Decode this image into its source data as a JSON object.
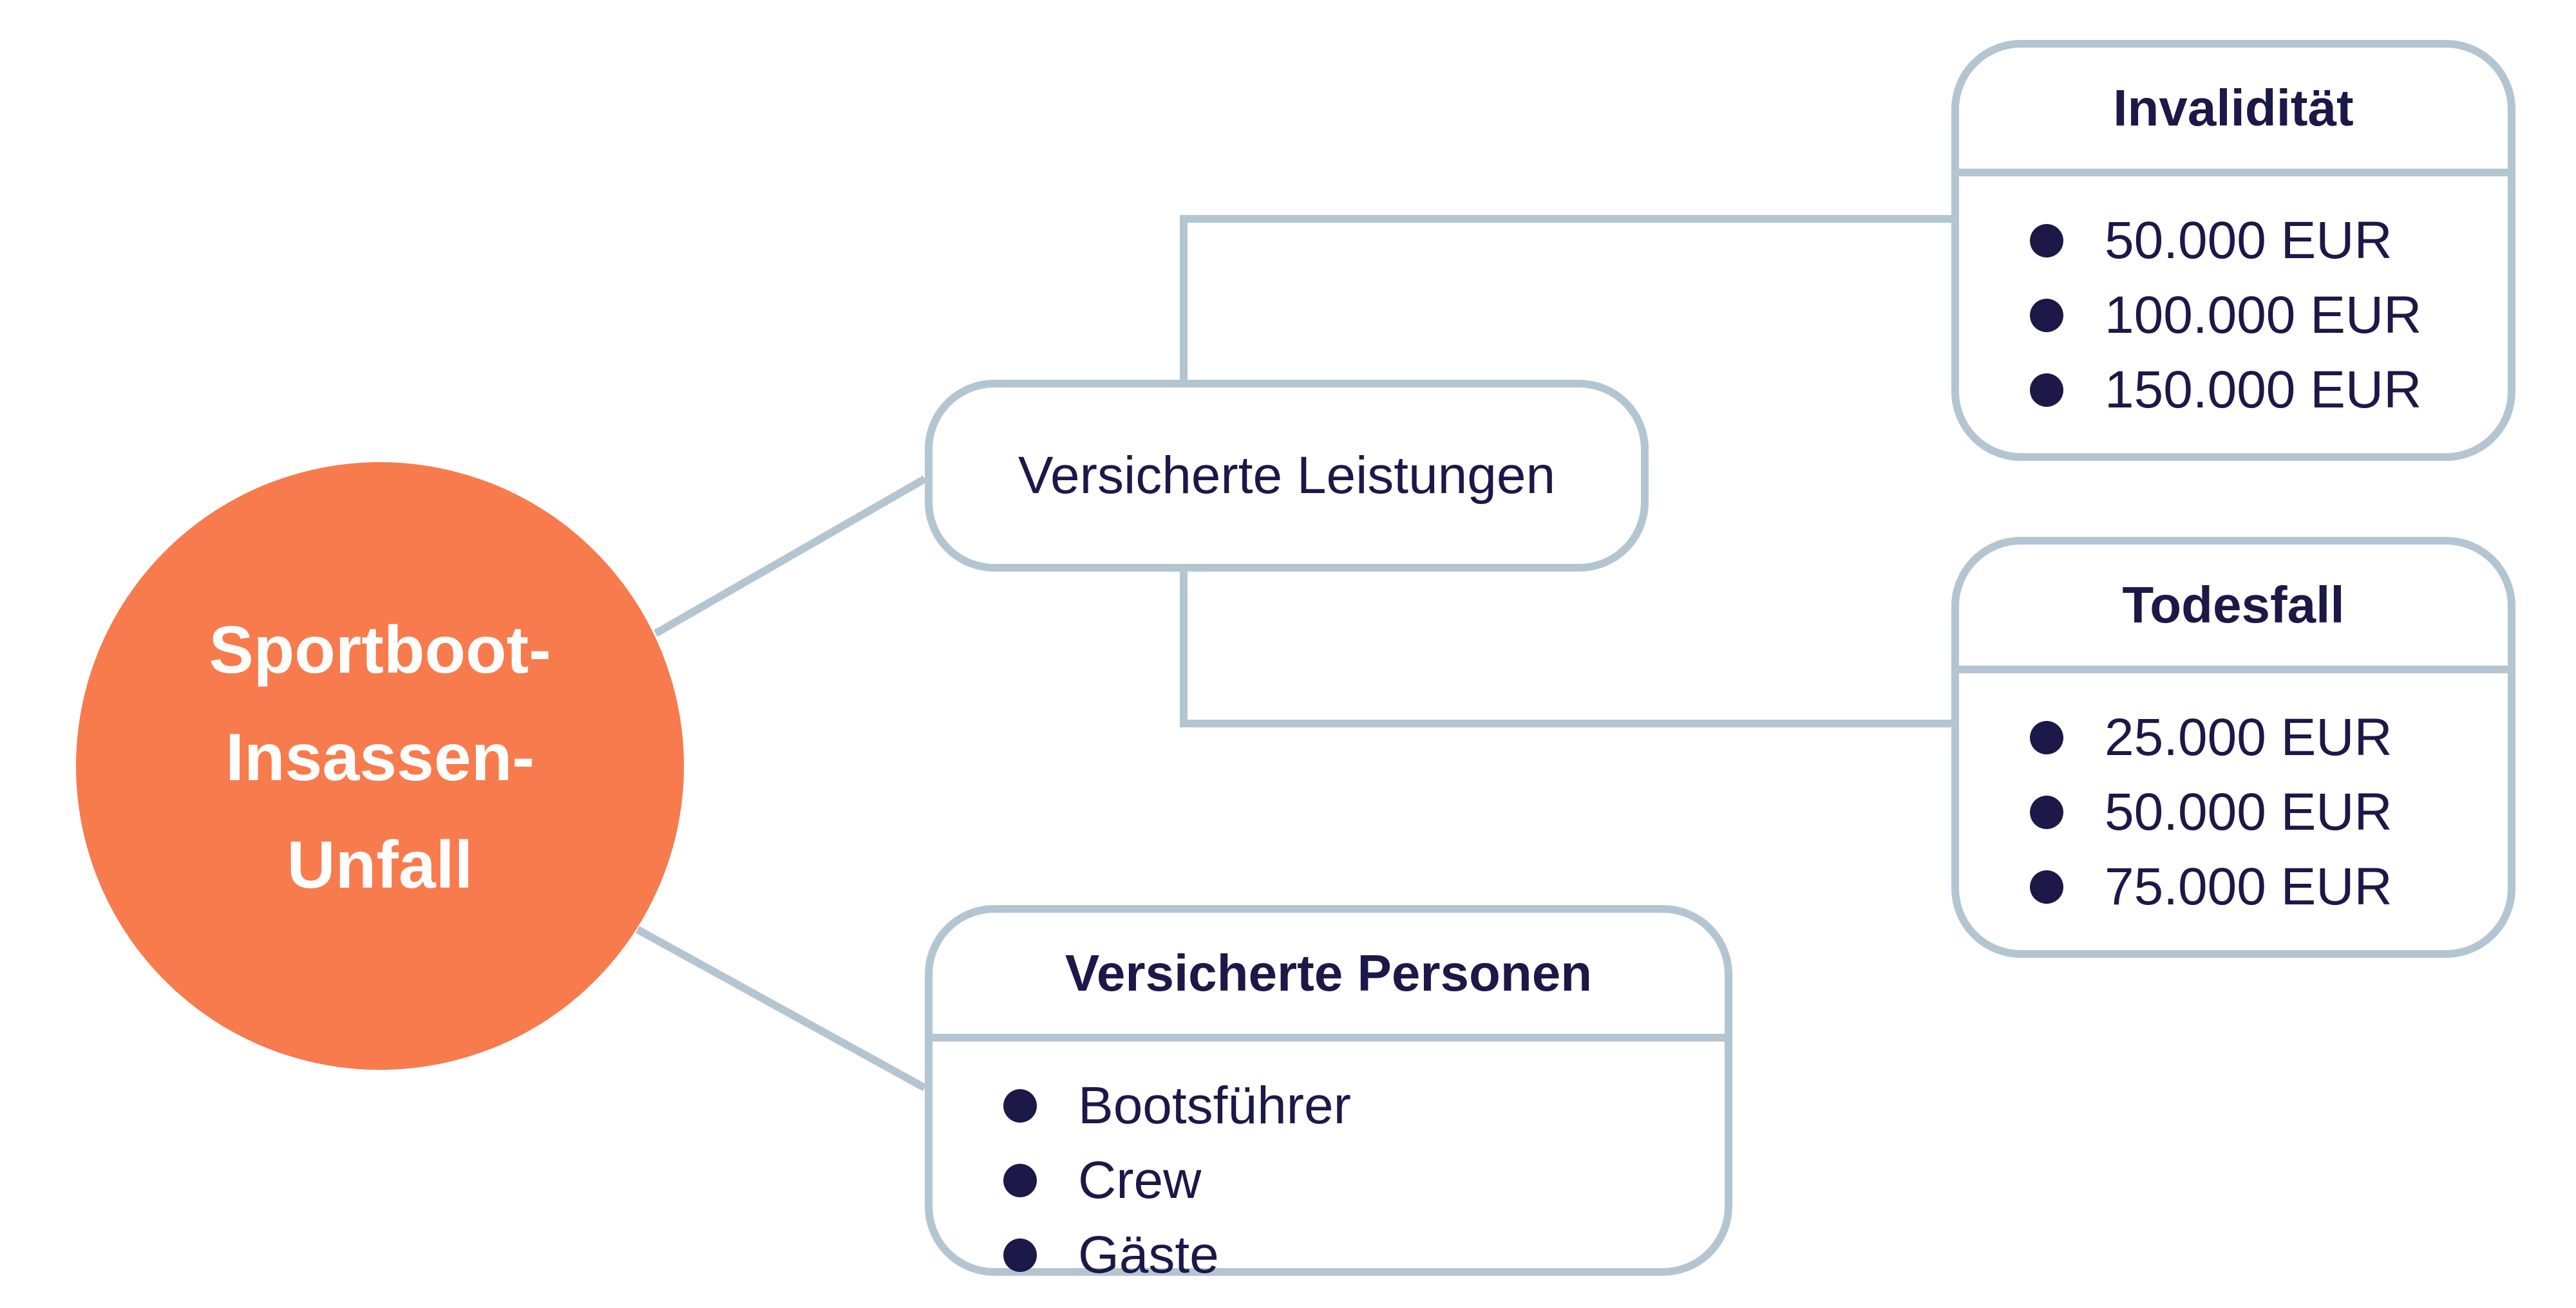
{
  "center": {
    "title": "Sportboot-\nInsassen-\nUnfall",
    "color": "#f87b4d"
  },
  "branches": {
    "leistungen": {
      "label": "Versicherte Leistungen"
    },
    "invaliditaet": {
      "title": "Invalidität",
      "items": [
        "50.000 EUR",
        "100.000 EUR",
        "150.000 EUR"
      ]
    },
    "todesfall": {
      "title": "Todesfall",
      "items": [
        "25.000 EUR",
        "50.000 EUR",
        "75.000 EUR"
      ]
    },
    "personen": {
      "title": "Versicherte Personen",
      "items": [
        "Bootsführer",
        "Crew",
        "Gäste"
      ]
    }
  },
  "colors": {
    "connector": "#b4c5d2",
    "text": "#1c1848",
    "bullet": "#1c1848"
  }
}
